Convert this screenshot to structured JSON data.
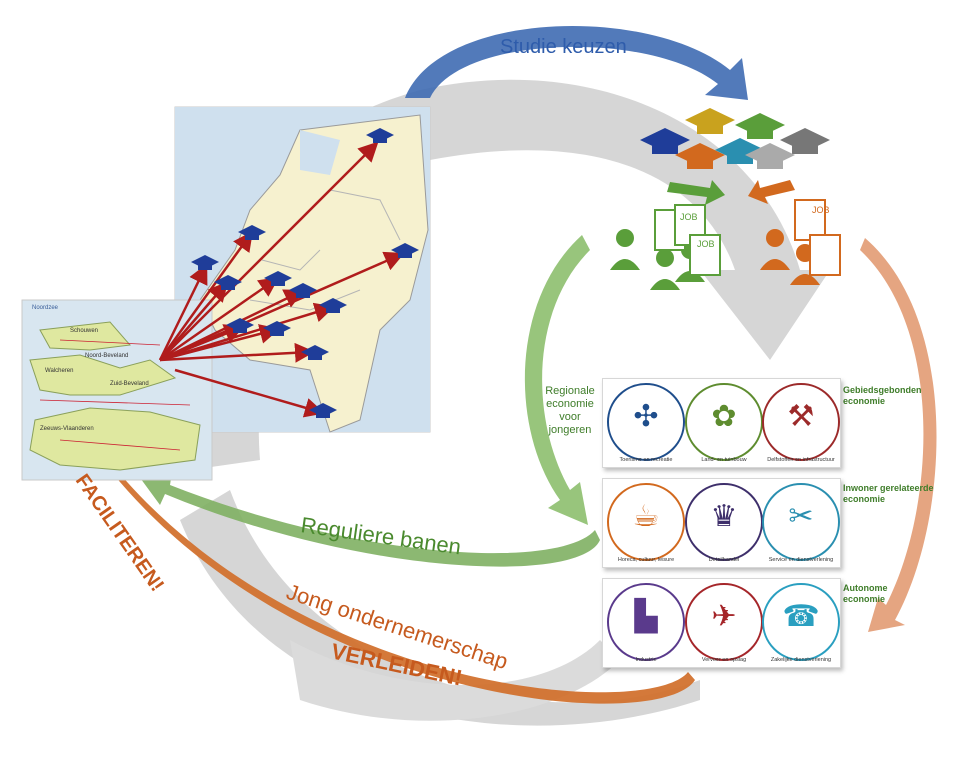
{
  "labels": {
    "studie_keuzen": "Studie keuzen",
    "reguliere_banen": "Reguliere banen",
    "jong_ondernemerschap": "Jong ondernemerschap",
    "faciliteren": "FACILITEREN!",
    "verleiden": "VERLEIDEN!",
    "regionale_economie": [
      "Regionale",
      "economie",
      "voor",
      "jongeren"
    ],
    "gebiedsgebonden": [
      "Gebiedsgebonden",
      "economie"
    ],
    "inwoner": [
      "Inwoner gerelateerde",
      "economie"
    ],
    "autonome": [
      "Autonome",
      "economie"
    ]
  },
  "map_labels": {
    "noordzee": "Noordzee",
    "schouwen": "Schouwen",
    "noord_beveland": "Noord-Beveland",
    "walcheren": "Walcheren",
    "zuid_beveland": "Zuid-Beveland",
    "zeeuws_vlaanderen": "Zeeuws-Vlaanderen"
  },
  "job_word": "JOB",
  "sectors": [
    {
      "name": "Toerisme en recreatie",
      "color": "#1f4e8c",
      "icon": "windmill-icon"
    },
    {
      "name": "Land- en tuinbouw",
      "color": "#5e8c2f",
      "icon": "tractor-icon"
    },
    {
      "name": "Delfstoffen en infrastructuur",
      "color": "#9c2a2a",
      "icon": "oil-pump-icon"
    },
    {
      "name": "Horeca, cultuur, leisure",
      "color": "#d2691e",
      "icon": "coffee-icon"
    },
    {
      "name": "Detailhandel",
      "color": "#3e2f6b",
      "icon": "shopping-bag-icon"
    },
    {
      "name": "Service en dienstverlening",
      "color": "#2a8fb0",
      "icon": "tools-icon"
    },
    {
      "name": "Industrie",
      "color": "#5a3a8c",
      "icon": "factory-icon"
    },
    {
      "name": "Vervoer en opslag",
      "color": "#a5262a",
      "icon": "truck-icon"
    },
    {
      "name": "Zakelijke dienstverlening",
      "color": "#2a9fc0",
      "icon": "headset-icon"
    }
  ],
  "colors": {
    "blue_arrow": "#3f6cb3",
    "green_arrow": "#7fb063",
    "orange_arrow": "#d9874f",
    "grey_cycle": "#c8c8c8",
    "red_map_arrows": "#b01c1c",
    "cap_blue": "#1f3d99",
    "text_blue": "#2e5cab",
    "text_green": "#4a8a2e",
    "text_orange": "#c65a1e"
  }
}
